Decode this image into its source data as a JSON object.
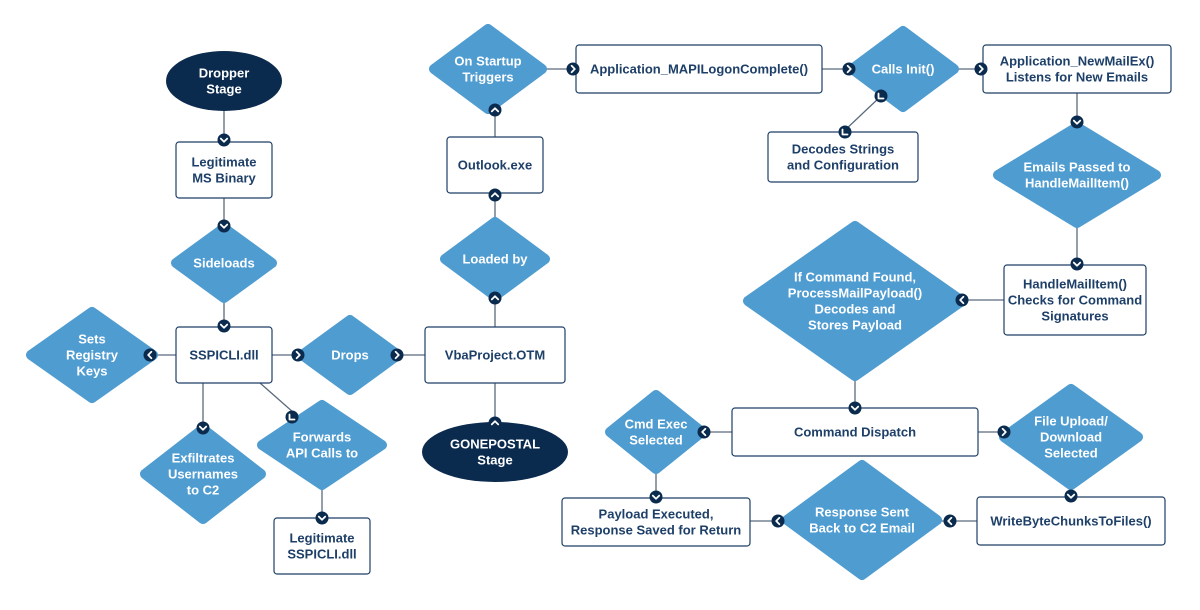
{
  "colors": {
    "navy": "#0b2b4e",
    "diamond": "#4f9cd1",
    "box_border": "#1d3f68",
    "box_text": "#1d3f68",
    "line": "#5a6b7d",
    "arrow_marker": "#0b2b4e",
    "white": "#ffffff"
  },
  "nodes": [
    {
      "id": "dropper",
      "shape": "oval",
      "lines": [
        "Dropper",
        "Stage"
      ]
    },
    {
      "id": "legit_bin",
      "shape": "rect",
      "lines": [
        "Legitimate",
        "MS Binary"
      ]
    },
    {
      "id": "sideloads",
      "shape": "diamond",
      "lines": [
        "Sideloads"
      ]
    },
    {
      "id": "sspicli",
      "shape": "rect",
      "lines": [
        "SSPICLI.dll"
      ]
    },
    {
      "id": "registry",
      "shape": "diamond",
      "lines": [
        "Sets",
        "Registry",
        "Keys"
      ]
    },
    {
      "id": "exfil",
      "shape": "diamond",
      "lines": [
        "Exfiltrates",
        "Usernames",
        "to C2"
      ]
    },
    {
      "id": "forwards",
      "shape": "diamond",
      "lines": [
        "Forwards",
        "API Calls to"
      ]
    },
    {
      "id": "legit_sspi",
      "shape": "rect",
      "lines": [
        "Legitimate",
        "SSPICLI.dll"
      ]
    },
    {
      "id": "drops",
      "shape": "diamond",
      "lines": [
        "Drops"
      ]
    },
    {
      "id": "vba",
      "shape": "rect",
      "lines": [
        "VbaProject.OTM"
      ]
    },
    {
      "id": "gonepostal",
      "shape": "oval",
      "lines": [
        "GONEPOSTAL",
        "Stage"
      ]
    },
    {
      "id": "loaded",
      "shape": "diamond",
      "lines": [
        "Loaded by"
      ]
    },
    {
      "id": "outlook",
      "shape": "rect",
      "lines": [
        "Outlook.exe"
      ]
    },
    {
      "id": "startup",
      "shape": "diamond",
      "lines": [
        "On Startup",
        "Triggers"
      ]
    },
    {
      "id": "mapilogon",
      "shape": "rect",
      "lines": [
        "Application_MAPILogonComplete()"
      ]
    },
    {
      "id": "init",
      "shape": "diamond",
      "lines": [
        "Calls Init()"
      ]
    },
    {
      "id": "decodes",
      "shape": "rect",
      "lines": [
        "Decodes Strings",
        "and Configuration"
      ]
    },
    {
      "id": "newmail",
      "shape": "rect",
      "lines": [
        "Application_NewMailEx()",
        "Listens for New Emails"
      ]
    },
    {
      "id": "passed",
      "shape": "diamond",
      "lines": [
        "Emails Passed to",
        "HandleMailItem()"
      ]
    },
    {
      "id": "handle",
      "shape": "rect",
      "lines": [
        "HandleMailItem()",
        "Checks for Command",
        "Signatures"
      ]
    },
    {
      "id": "ifcmd",
      "shape": "diamond",
      "lines": [
        "If Command Found,",
        "ProcessMailPayload()",
        "Decodes and",
        "Stores Payload"
      ]
    },
    {
      "id": "dispatch",
      "shape": "rect",
      "lines": [
        "Command Dispatch"
      ]
    },
    {
      "id": "cmdexec",
      "shape": "diamond",
      "lines": [
        "Cmd Exec",
        "Selected"
      ]
    },
    {
      "id": "fileup",
      "shape": "diamond",
      "lines": [
        "File Upload/",
        "Download",
        "Selected"
      ]
    },
    {
      "id": "payload",
      "shape": "rect",
      "lines": [
        "Payload Executed,",
        "Response Saved for Return"
      ]
    },
    {
      "id": "response",
      "shape": "diamond",
      "lines": [
        "Response Sent",
        "Back to C2 Email"
      ]
    },
    {
      "id": "writebyte",
      "shape": "rect",
      "lines": [
        "WriteByteChunksToFiles()"
      ]
    }
  ]
}
